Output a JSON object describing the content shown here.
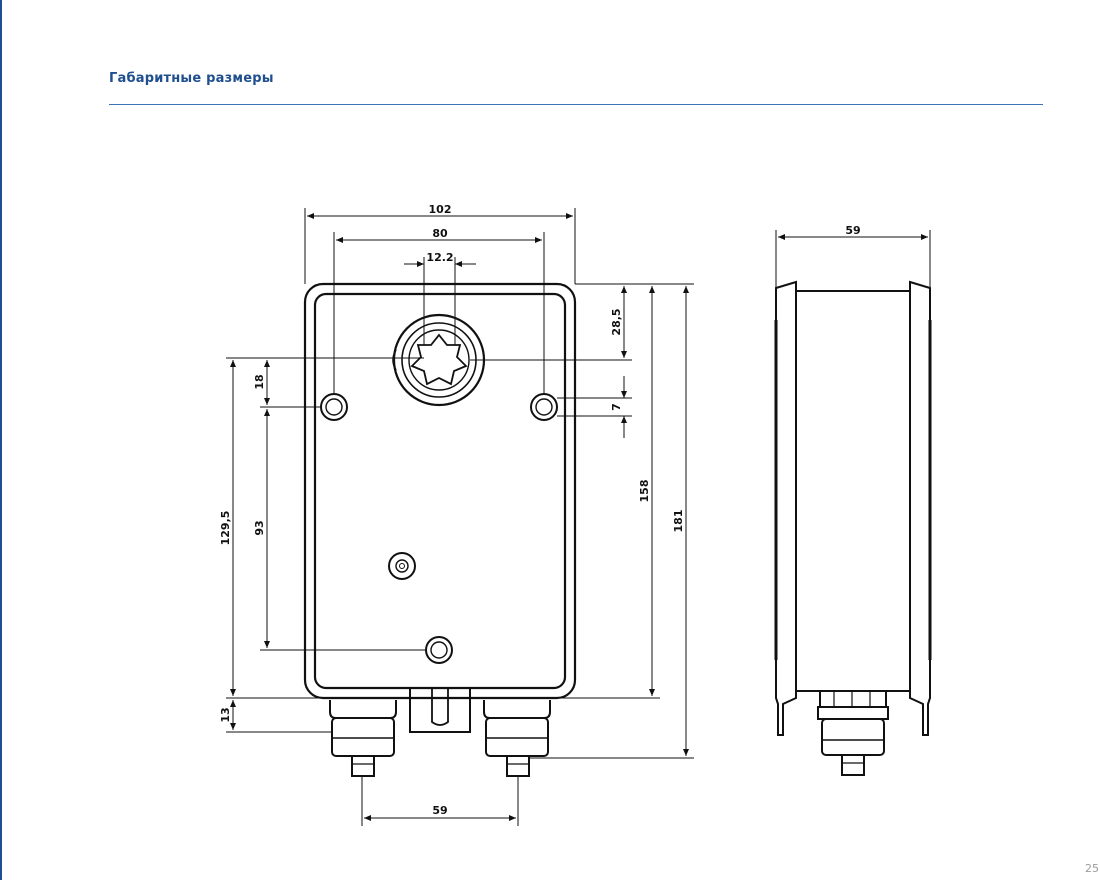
{
  "header": {
    "title": "Габаритные размеры"
  },
  "footer": {
    "page_number": "25"
  },
  "colors": {
    "accent": "#1f4f8f",
    "rule": "#3b73b3",
    "ink": "#111111"
  },
  "front_view": {
    "dimensions": {
      "overall_width": "102",
      "hole_spacing": "80",
      "shaft_width": "12.2",
      "shaft_offset": "28,5",
      "hole_offset_top": "18",
      "hole_step": "7",
      "total_height_body": "158",
      "total_height_overall": "181",
      "height_left": "129,5",
      "hole_vertical_spacing": "93",
      "gland_height": "13",
      "gland_spacing": "59"
    }
  },
  "side_view": {
    "dimensions": {
      "depth": "59"
    }
  }
}
